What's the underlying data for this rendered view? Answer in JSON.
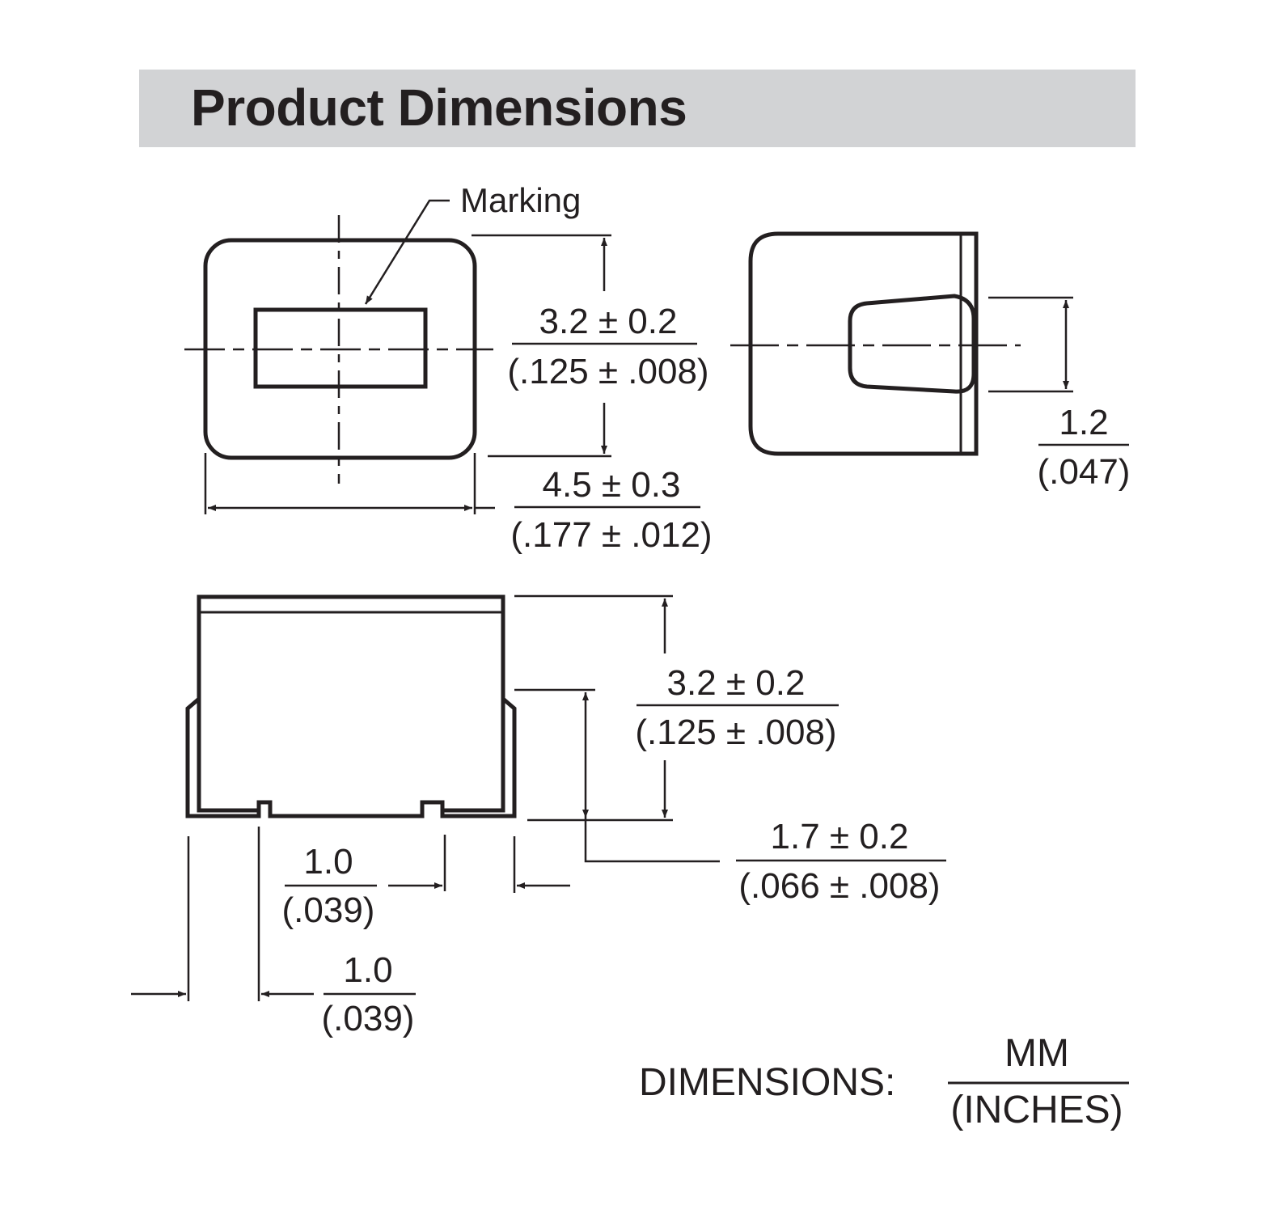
{
  "header": {
    "title": "Product Dimensions"
  },
  "colors": {
    "ink": "#231f20",
    "header_bg": "#d2d3d5",
    "background": "#ffffff"
  },
  "top_view": {
    "marking_label": "Marking",
    "width_mm": "3.2 ± 0.2",
    "width_in": "(.125 ± .008)",
    "length_mm": "4.5 ± 0.3",
    "length_in": "(.177 ± .012)"
  },
  "end_view": {
    "terminal_mm": "1.2",
    "terminal_in": "(.047)"
  },
  "side_view": {
    "height_mm": "3.2 ± 0.2",
    "height_in": "(.125 ± .008)",
    "terminal_height_mm": "1.7 ± 0.2",
    "terminal_height_in": "(.066 ± .008)",
    "gap_mm": "1.0",
    "gap_in": "(.039)",
    "pad_mm": "1.0",
    "pad_in": "(.039)"
  },
  "units_legend": {
    "label": "DIMENSIONS:",
    "primary": "MM",
    "secondary": "(INCHES)"
  }
}
